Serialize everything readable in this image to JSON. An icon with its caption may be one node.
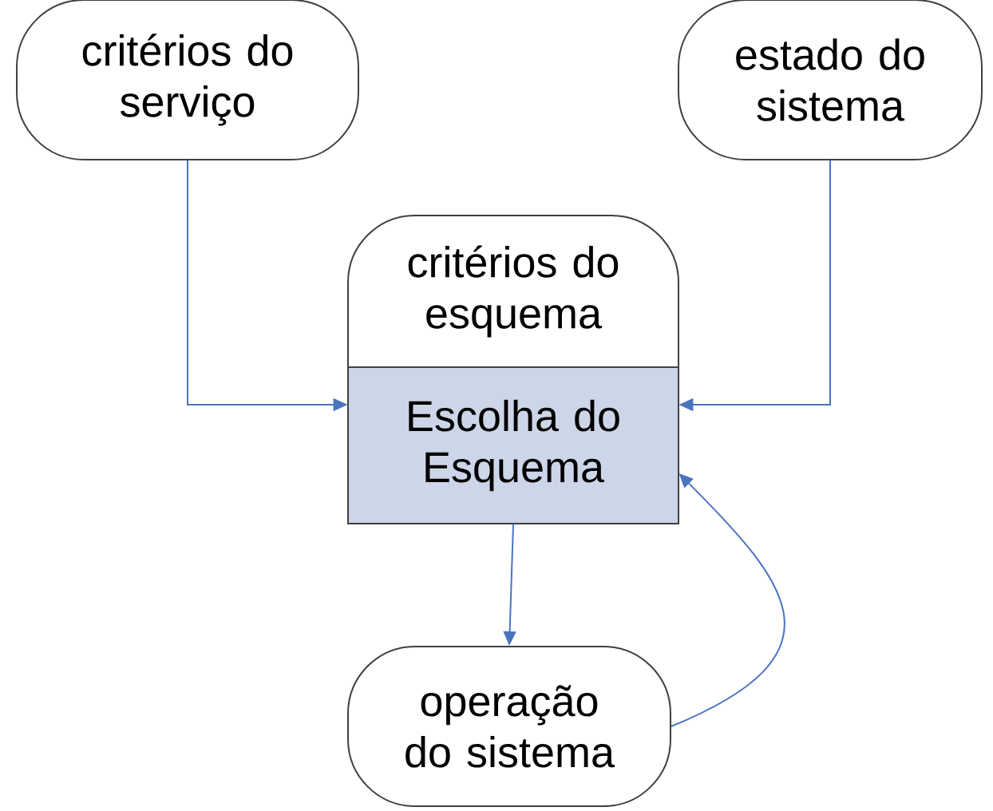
{
  "diagram": {
    "nodes": [
      {
        "text": [
          "critérios do serviço"
        ]
      },
      {
        "text": [
          "estado do sistema"
        ]
      },
      {
        "text": [
          "critérios do esquema",
          "Escolha do Esquema"
        ]
      },
      {
        "text": [
          "operação do sistema"
        ]
      }
    ],
    "edges": [
      {
        "from": 0,
        "to": 2,
        "arrow": "to"
      },
      {
        "from": 1,
        "to": 2,
        "arrow": "to"
      },
      {
        "from": 2,
        "to": 3,
        "arrow": "to"
      },
      {
        "from": 3,
        "to": 2,
        "arrow": "to"
      }
    ]
  }
}
